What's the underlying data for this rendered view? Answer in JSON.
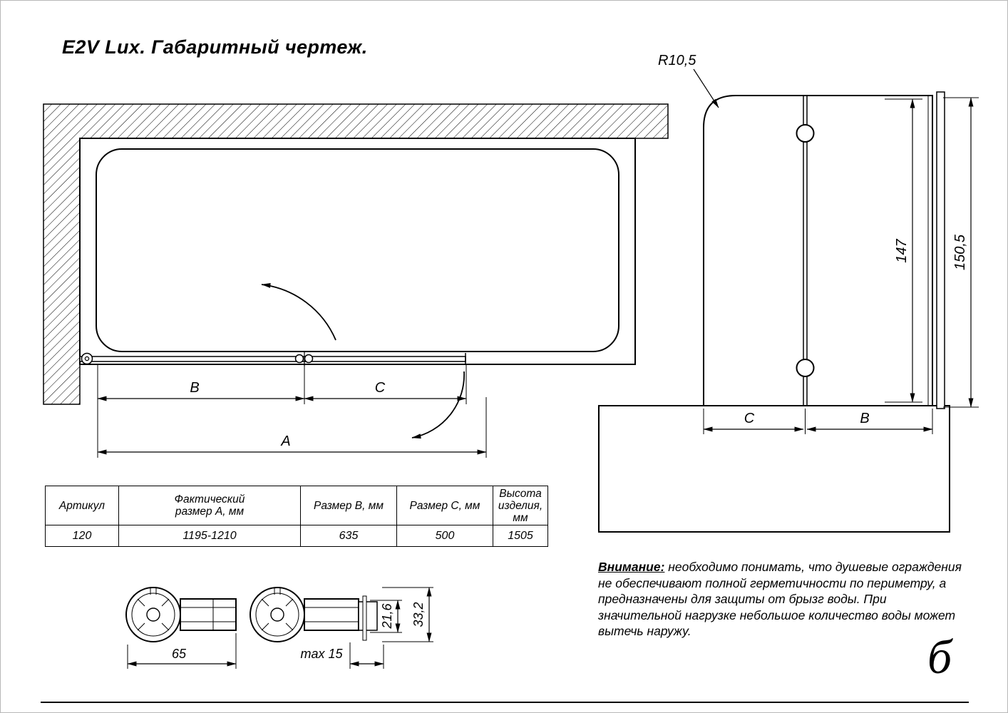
{
  "page": {
    "title": "E2V Lux. Габаритный чертеж.",
    "page_number": "б"
  },
  "top_view": {
    "dim_b": "B",
    "dim_c": "C",
    "dim_a": "A"
  },
  "front_view": {
    "radius": "R10,5",
    "height_inner": "147",
    "height_total": "150,5",
    "dim_c": "C",
    "dim_b": "B"
  },
  "spec_table": {
    "headers": [
      "Артикул",
      "Фактический размер A, мм",
      "Размер B, мм",
      "Размер C, мм",
      "Высота изделия, мм"
    ],
    "row": [
      "120",
      "1195-1210",
      "635",
      "500",
      "1505"
    ]
  },
  "profiles": {
    "width": "65",
    "max_offset": "max 15",
    "depth_inner": "21,6",
    "depth_outer": "33,2"
  },
  "warning": {
    "label": "Внимание:",
    "body": " необходимо понимать, что душевые ограждения не обеспечивают полной герметичности по периметру, а предназначены для защиты от брызг воды. При значительной нагрузке небольшое количество воды может вытечь наружу."
  }
}
